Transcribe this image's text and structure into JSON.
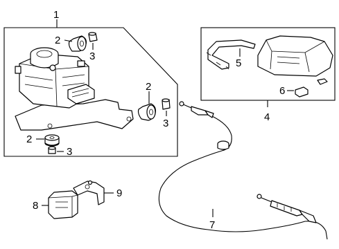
{
  "callouts": {
    "c1": "1",
    "c2a": "2",
    "c3a": "3",
    "c2b": "2",
    "c3b": "3",
    "c2c": "2",
    "c3c": "3",
    "c4": "4",
    "c5": "5",
    "c6": "6",
    "c7": "7",
    "c8": "8",
    "c9": "9"
  }
}
